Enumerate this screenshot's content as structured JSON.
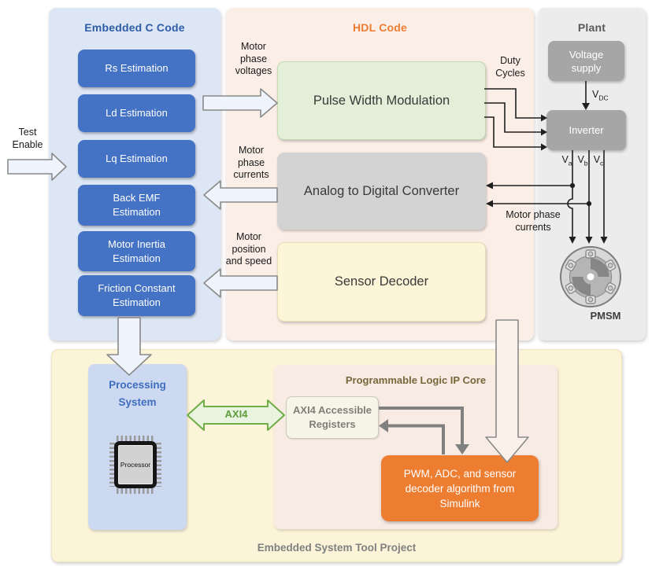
{
  "colors": {
    "embedded_c_panel": "#dce6f4",
    "embedded_c_title": "#2e5da6",
    "estimation_box_blue": "#4472c4",
    "hdl_panel": "#fbeee6",
    "hdl_title_orange": "#ed7d31",
    "pwm_box_green": "#e3efd9",
    "adc_box_gray": "#d3d3d3",
    "sensor_box_yellow": "#fdf5d7",
    "plant_panel": "#ececec",
    "plant_box_gray": "#a6a6a6",
    "bottom_panel_yellow": "#fcf4d8",
    "processing_system_blue": "#cdd9f1",
    "plip_panel_pink": "#f8ebe4",
    "registers_box_cream": "#f6f5e7",
    "algorithm_box_orange": "#ed7d31",
    "axi4_green": "#70ad47",
    "connector_gray": "#808080",
    "line_black": "#1f1f1f"
  },
  "embedded_c": {
    "title": "Embedded C Code",
    "boxes": [
      "Rs Estimation",
      "Ld Estimation",
      "Lq Estimation",
      "Back EMF Estimation",
      "Motor Inertia Estimation",
      "Friction Constant Estimation"
    ]
  },
  "hdl": {
    "title": "HDL Code",
    "pwm": "Pulse Width Modulation",
    "adc": "Analog to Digital Converter",
    "sensor_decoder": "Sensor Decoder"
  },
  "plant": {
    "title": "Plant",
    "voltage_supply": "Voltage supply",
    "inverter": "Inverter",
    "motor": "PMSM"
  },
  "signal_labels": {
    "test_enable": "Test Enable",
    "motor_phase_voltages": "Motor phase voltages",
    "motor_phase_currents_left": "Motor phase currents",
    "motor_position_speed": "Motor position and speed",
    "duty_cycles": "Duty Cycles",
    "motor_phase_currents_right": "Motor phase currents",
    "vdc": {
      "base": "V",
      "sub": "DC"
    },
    "va": {
      "base": "V",
      "sub": "a"
    },
    "vb": {
      "base": "V",
      "sub": "b"
    },
    "vc": {
      "base": "V",
      "sub": "c"
    }
  },
  "bottom": {
    "title": "Embedded System Tool Project",
    "processing_system": {
      "title": "Processing System",
      "chip": "Processor"
    },
    "axi4_label": "AXI4",
    "plip": {
      "title": "Programmable Logic IP Core",
      "registers": "AXI4 Accessible Registers",
      "algorithm": "PWM, ADC, and sensor decoder algorithm from Simulink"
    }
  }
}
